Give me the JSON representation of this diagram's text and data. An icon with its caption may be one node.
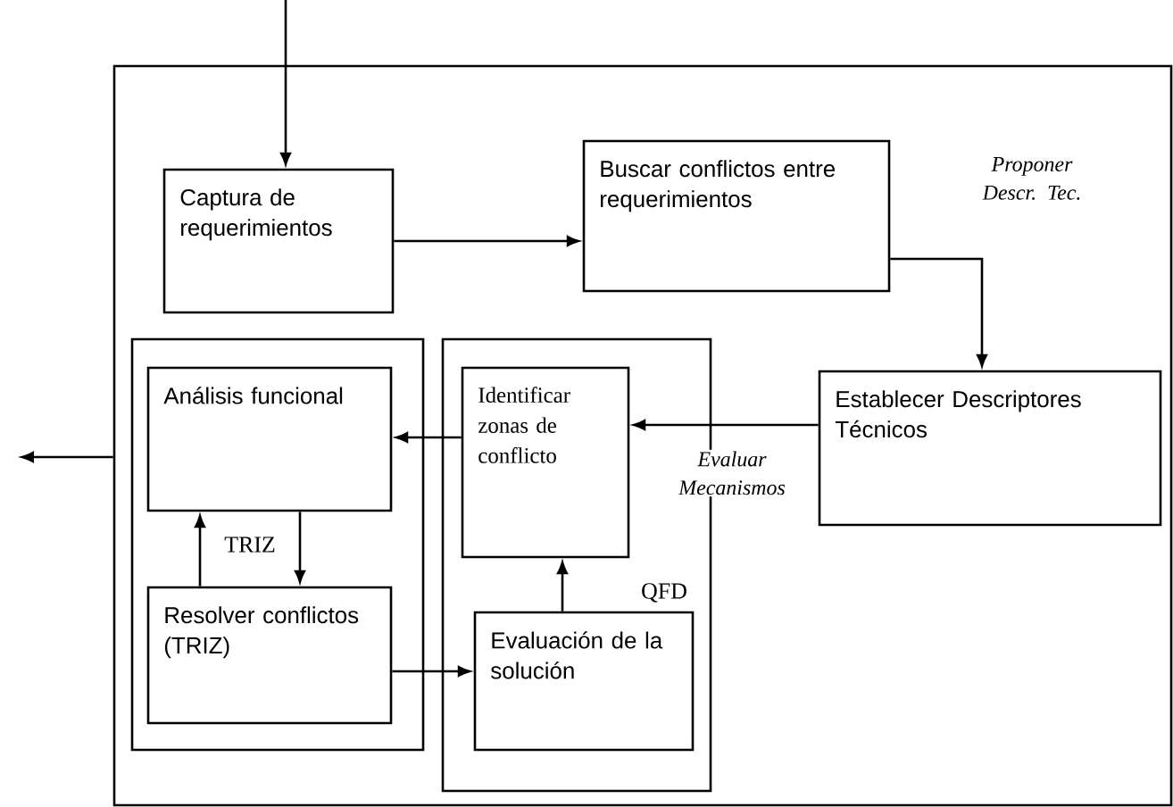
{
  "diagram": {
    "nodes": [
      {
        "text": [],
        "shape": "box"
      },
      {
        "text": [
          "Captura de requerimientos"
        ],
        "in": 0
      },
      {
        "text": [
          "Buscar conflictos entre requerimientos"
        ],
        "in": 0
      },
      {
        "text": [
          "Establecer Descriptores Técnicos"
        ],
        "in": 0
      },
      {
        "text": [
          "TRIZ"
        ],
        "in": 0
      },
      {
        "text": [
          "Análisis funcional"
        ],
        "in": 4
      },
      {
        "text": [
          "Resolver conflictos (TRIZ)"
        ],
        "in": 4
      },
      {
        "text": [
          "QFD"
        ],
        "in": 0
      },
      {
        "text": [
          "Identificar zonas de conflicto"
        ],
        "in": 7
      },
      {
        "text": [
          "Evaluación de la solución"
        ],
        "in": 7
      }
    ],
    "edges": [
      {
        "from": null,
        "to": 1,
        "arrow": "to"
      },
      {
        "from": 1,
        "to": 2,
        "arrow": "to"
      },
      {
        "from": 2,
        "to": 3,
        "arrow": "to",
        "label": "Proponer Descr. Tec."
      },
      {
        "from": 3,
        "to": 8,
        "arrow": "to",
        "label": "Evaluar Mecanismos"
      },
      {
        "from": 8,
        "to": 5,
        "arrow": "to"
      },
      {
        "from": 5,
        "to": 6,
        "arrow": "to"
      },
      {
        "from": 6,
        "to": 5,
        "arrow": "to"
      },
      {
        "from": 6,
        "to": 9,
        "arrow": "to"
      },
      {
        "from": 9,
        "to": 8,
        "arrow": "to"
      },
      {
        "from": 0,
        "to": null,
        "arrow": "to"
      }
    ]
  }
}
